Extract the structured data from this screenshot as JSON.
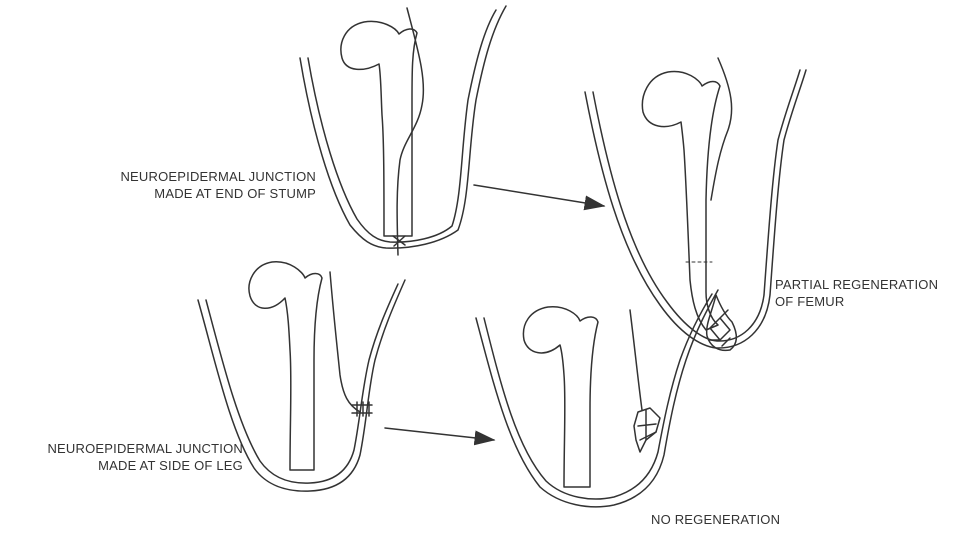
{
  "labels": {
    "top_left": [
      "NEUROEPIDERMAL JUNCTION",
      "MADE AT END OF STUMP"
    ],
    "top_right": [
      "PARTIAL REGENERATION",
      "OF FEMUR"
    ],
    "bottom_left": [
      "NEUROEPIDERMAL JUNCTION",
      "MADE AT SIDE OF LEG"
    ],
    "bottom_right": [
      "NO REGENERATION"
    ]
  },
  "colors": {
    "line": "#333333",
    "label": "#333333",
    "background": "#ffffff"
  }
}
